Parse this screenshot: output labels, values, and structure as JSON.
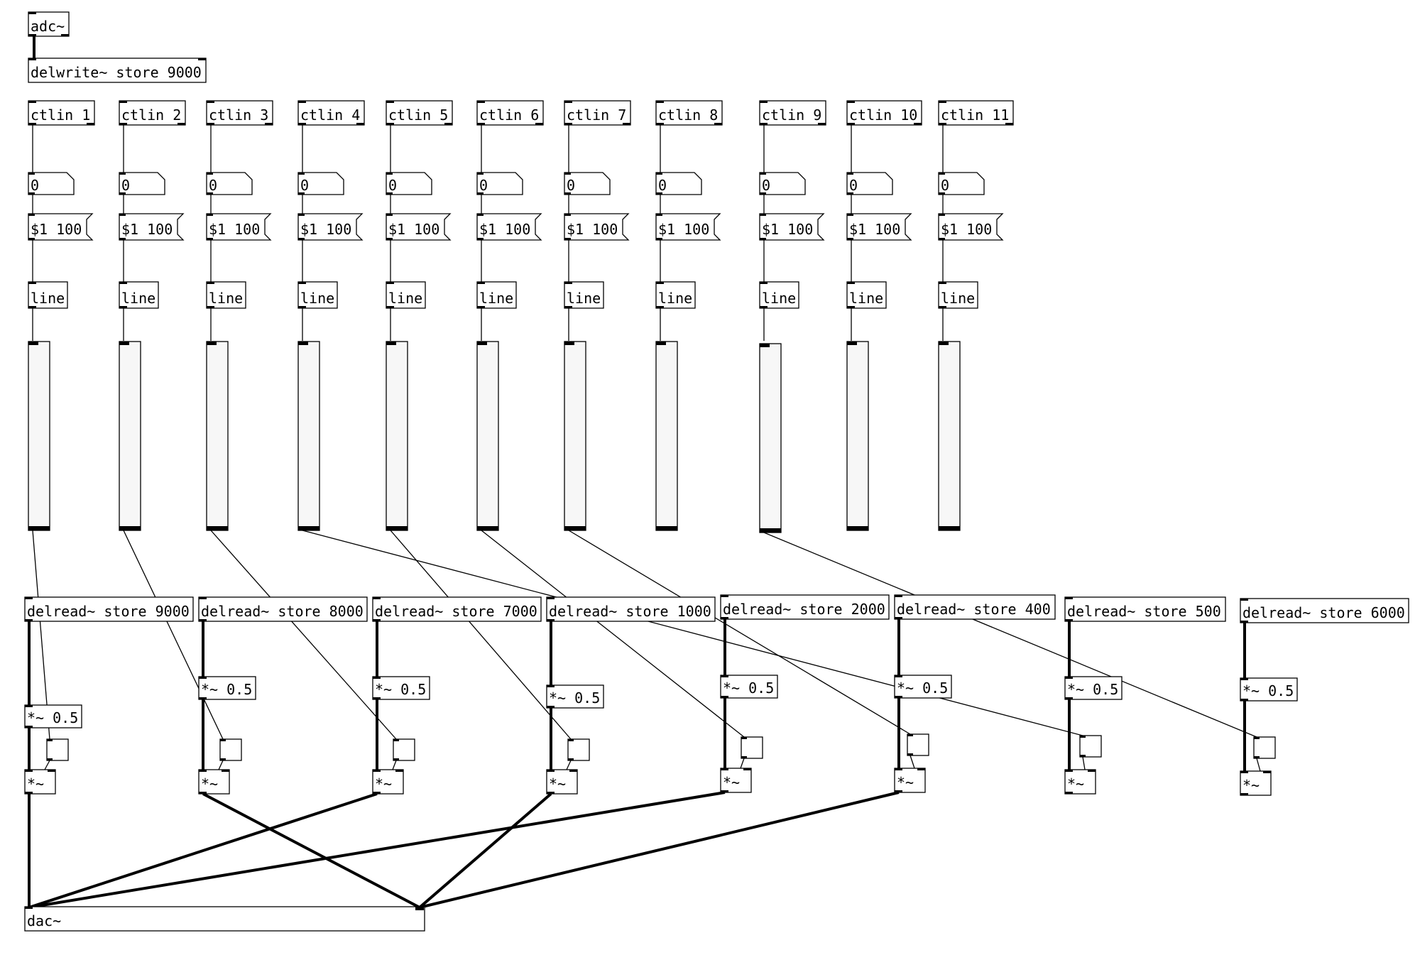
{
  "patch": {
    "adc": "adc~",
    "delwrite": "delwrite~ store 9000",
    "ctlin": [
      "ctlin 1",
      "ctlin 2",
      "ctlin 3",
      "ctlin 4",
      "ctlin 5",
      "ctlin 6",
      "ctlin 7",
      "ctlin 8",
      "ctlin 9",
      "ctlin 10",
      "ctlin 11"
    ],
    "number_value": "0",
    "message": "$1 100",
    "line": "line",
    "sliders": [
      0,
      0,
      0,
      0,
      0,
      0,
      0,
      0,
      0,
      0,
      0
    ],
    "delread": [
      "delread~ store 9000",
      "delread~ store 8000",
      "delread~ store 7000",
      "delread~ store 1000",
      "delread~ store 2000",
      "delread~ store 400",
      "delread~ store 500",
      "delread~ store 6000"
    ],
    "gain": "*~ 0.5",
    "mult": "*~",
    "dac": "dac~"
  }
}
